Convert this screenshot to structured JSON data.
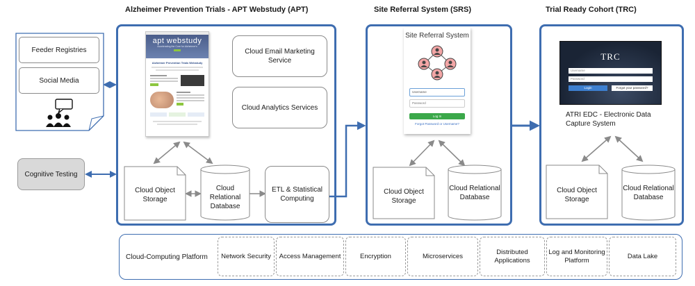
{
  "titles": {
    "apt": "Alzheimer Prevention Trials - APT Webstudy (APT)",
    "srs": "Site Referral System (SRS)",
    "trc": "Trial Ready Cohort (TRC)"
  },
  "left": {
    "feeder": "Feeder Registries",
    "social": "Social Media",
    "cognitive": "Cognitive Testing"
  },
  "apt": {
    "screenshot": {
      "logo": "apt webstudy",
      "tagline": "Accelerating the Cure for Alzheimer's",
      "heading": "Alzheimer Prevention Trials Webstudy"
    },
    "email": "Cloud Email Marketing Service",
    "analytics": "Cloud Analytics Services",
    "object_storage": "Cloud Object Storage",
    "relational_db": "Cloud Relational Database",
    "etl": "ETL & Statistical Computing"
  },
  "srs": {
    "screenshot": {
      "title": "Site Referral System",
      "username": "Username",
      "password": "Password",
      "login": "Log In",
      "forgot": "Forgot Password or Username?"
    },
    "object_storage": "Cloud Object Storage",
    "relational_db": "Cloud Relational Database"
  },
  "trc": {
    "screenshot": {
      "title": "TRC",
      "username": "Username",
      "password": "Password",
      "login": "Login",
      "forgot": "Forgot your password?"
    },
    "edc_caption": "ATRI EDC - Electronic Data Capture System",
    "object_storage": "Cloud Object Storage",
    "relational_db": "Cloud Relational Database"
  },
  "platform": {
    "label": "Cloud-Computing Platform",
    "services": [
      "Network Security",
      "Access Management",
      "Encryption",
      "Microservices",
      "Distributed Applications",
      "Log and Monitoring Platform",
      "Data Lake"
    ]
  },
  "colors": {
    "panel_border": "#3e6db0",
    "arrow_blue": "#3e6db0",
    "arrow_gray": "#8a8a8a",
    "cognitive_fill": "#d9d9d9",
    "trc_bg": "#1e2a3d"
  }
}
